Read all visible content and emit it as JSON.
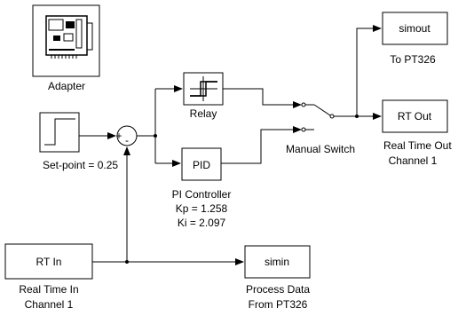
{
  "blocks": {
    "adapter": {
      "label": "Adapter"
    },
    "setpoint": {
      "label": "Set-point = 0.25"
    },
    "sum": {
      "plus": "+",
      "minus": "-"
    },
    "relay": {
      "label": "Relay"
    },
    "pid": {
      "text": "PID",
      "label_lines": [
        "PI Controller",
        "Kp = 1.258",
        "Ki = 2.097"
      ]
    },
    "manual_switch": {
      "label": "Manual Switch"
    },
    "simout": {
      "text": "simout",
      "label": "To PT326"
    },
    "rt_out": {
      "text": "RT Out",
      "label_lines": [
        "Real Time Out",
        "Channel 1"
      ]
    },
    "rt_in": {
      "text": "RT In",
      "label_lines": [
        "Real Time In",
        "Channel 1"
      ]
    },
    "simin": {
      "text": "simin",
      "label_lines": [
        "Process Data",
        "From PT326"
      ]
    }
  }
}
